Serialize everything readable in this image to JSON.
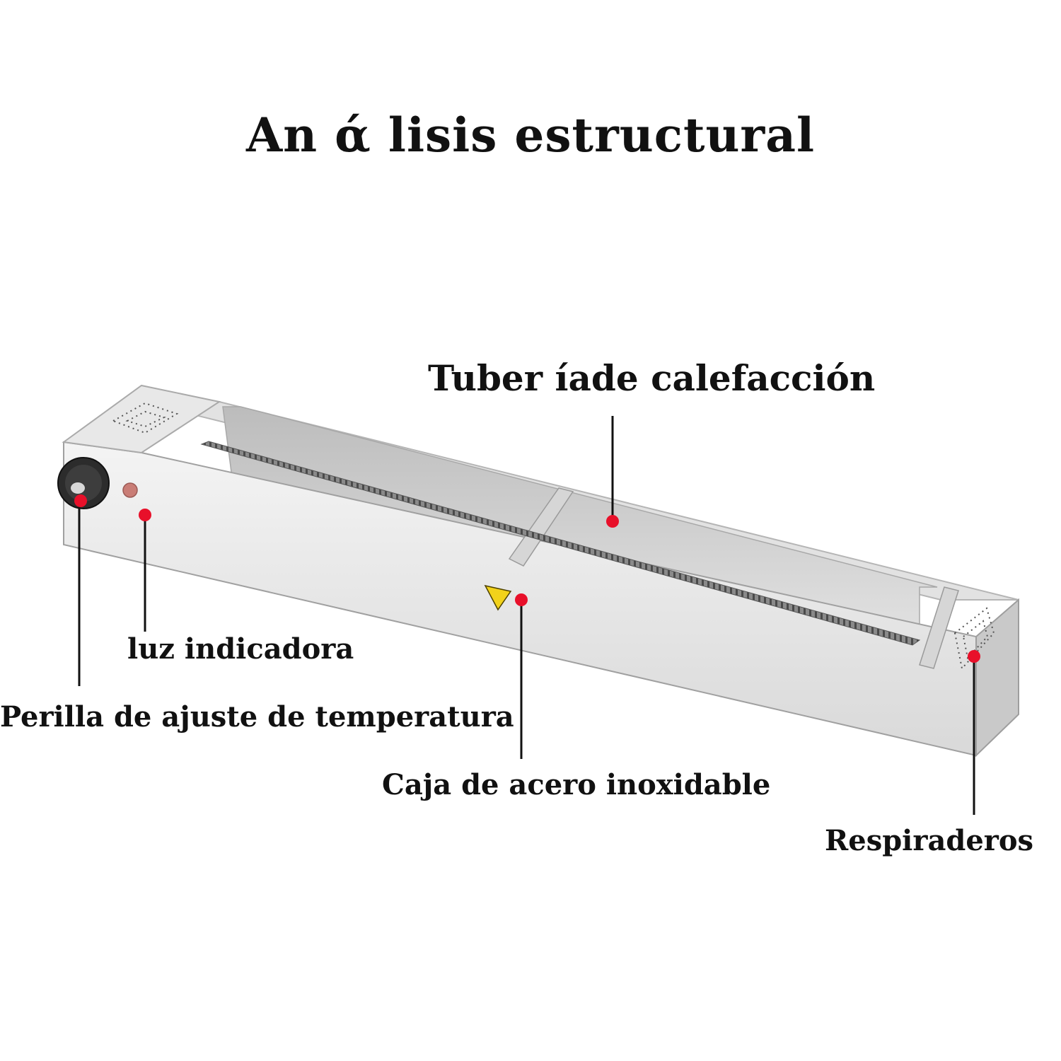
{
  "title": "An ά lisis estructural",
  "labels": {
    "heating_pipe": "Tuber íade calefacción",
    "indicator_light": "luz indicadora",
    "temp_knob": "Perilla de ajuste de temperatura",
    "steel_box": "Caja de acero inoxidable",
    "vents": "Respiraderos"
  },
  "colors": {
    "marker": "#e8102a",
    "leader": "#111111",
    "steel_light": "#eeeeee",
    "steel_mid": "#d2d2d2",
    "steel_dark": "#9a9a9a",
    "warning": "#f2d21b"
  }
}
